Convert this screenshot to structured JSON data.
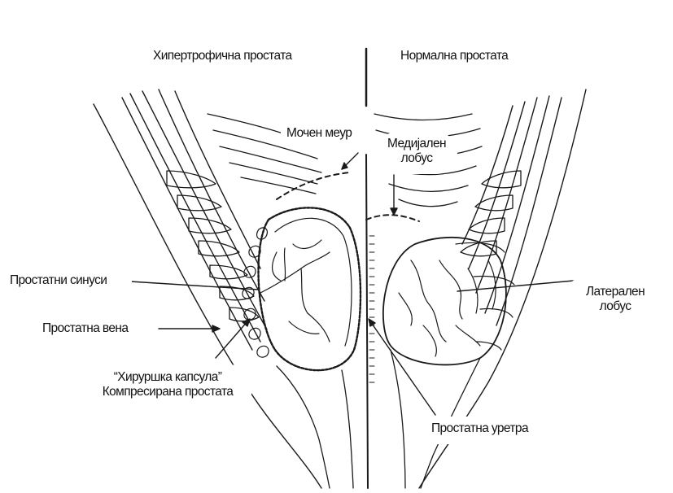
{
  "labels": {
    "hypertrophic_prostate": "Хипертрофична простата",
    "normal_prostate": "Нормална простата",
    "bladder": "Мочен меур",
    "median_lobe_line1": "Медијален",
    "median_lobe_line2": "лобус",
    "prostatic_sinuses": "Простатни синуси",
    "prostatic_vein": "Простатна вена",
    "surgical_capsule_line1": "“Хируршка капсула”",
    "surgical_capsule_line2": "Компресирана простата",
    "lateral_lobe_line1": "Латерален",
    "lateral_lobe_line2": "лобус",
    "prostatic_urethra": "Простатна уретра"
  },
  "colors": {
    "ink": "#1a1a1a",
    "background": "#ffffff"
  }
}
